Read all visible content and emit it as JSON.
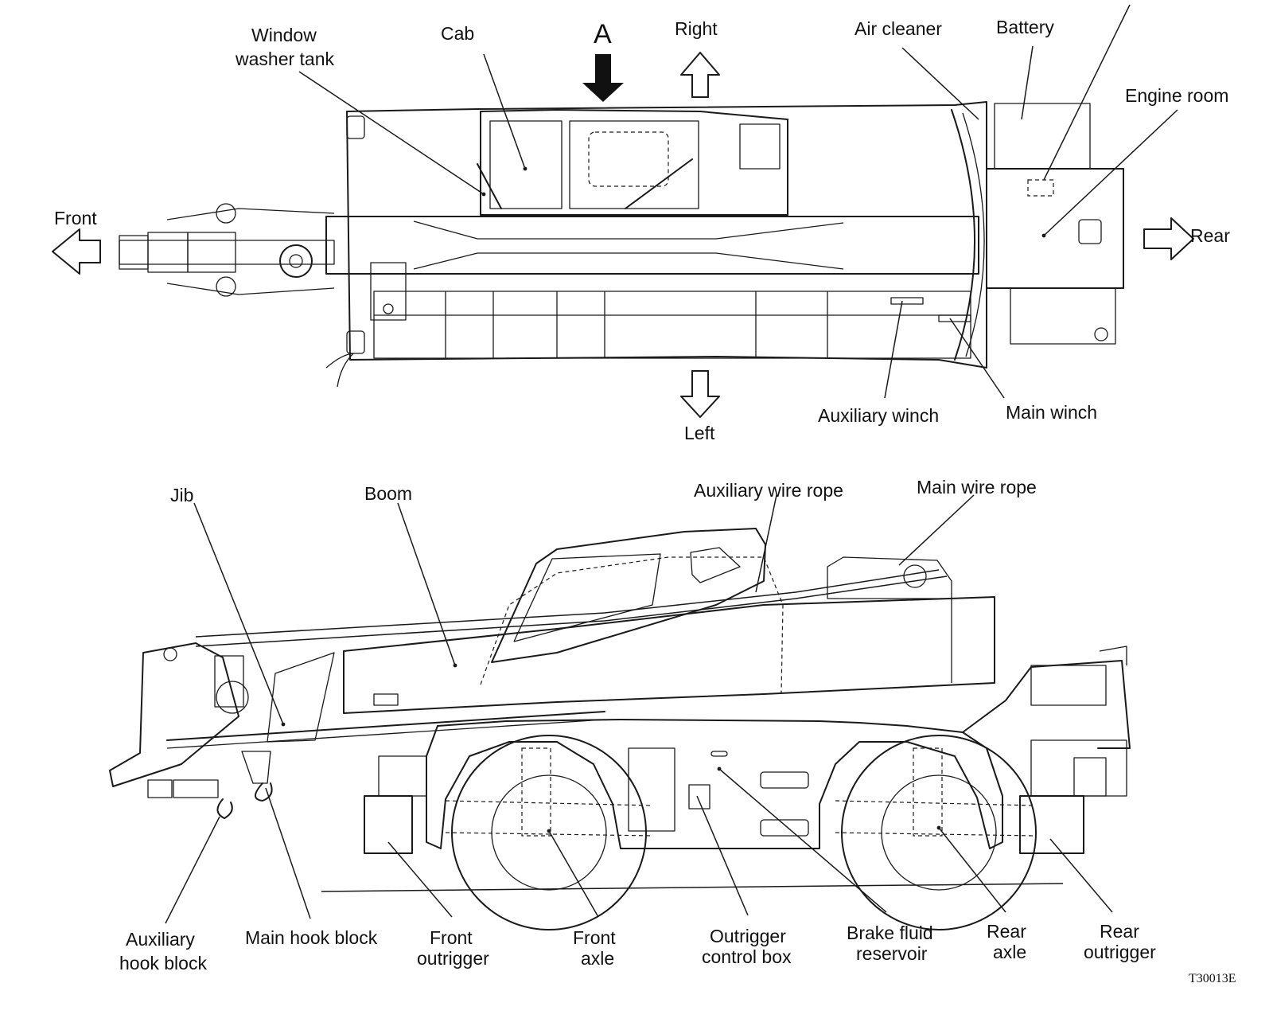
{
  "labels": {
    "window_washer_tank_1": "Window",
    "window_washer_tank_2": "washer tank",
    "cab": "Cab",
    "view_a": "A",
    "right": "Right",
    "air_cleaner": "Air cleaner",
    "battery": "Battery",
    "engine_room": "Engine room",
    "front": "Front",
    "rear": "Rear",
    "left": "Left",
    "auxiliary_winch": "Auxiliary winch",
    "main_winch": "Main winch",
    "jib": "Jib",
    "boom": "Boom",
    "auxiliary_wire_rope": "Auxiliary wire rope",
    "main_wire_rope": "Main wire rope",
    "auxiliary_hook_block_1": "Auxiliary",
    "auxiliary_hook_block_2": "hook block",
    "main_hook_block": "Main hook block",
    "front_outrigger_1": "Front",
    "front_outrigger_2": "outrigger",
    "front_axle_1": "Front",
    "front_axle_2": "axle",
    "outrigger_control_box_1": "Outrigger",
    "outrigger_control_box_2": "control box",
    "brake_fluid_reservoir_1": "Brake fluid",
    "brake_fluid_reservoir_2": "reservoir",
    "rear_axle_1": "Rear",
    "rear_axle_2": "axle",
    "rear_outrigger_1": "Rear",
    "rear_outrigger_2": "outrigger"
  },
  "figure_code": "T30013E"
}
